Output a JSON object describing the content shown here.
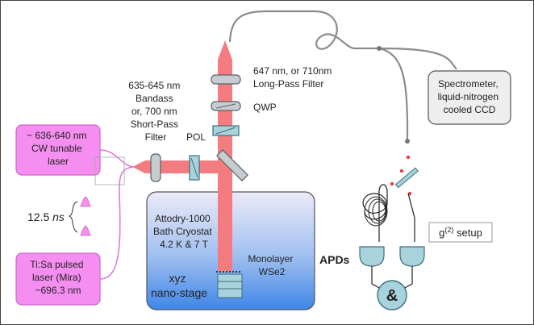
{
  "labels": {
    "cw_laser": [
      "~ 636-640 nm",
      "CW tunable",
      "laser"
    ],
    "pulsed_laser": [
      "Ti:Sa pulsed",
      "laser (Mira)",
      "~696.3 nm"
    ],
    "pulse_period_value": "12.5 ",
    "pulse_period_unit": "ns",
    "bandpass": [
      "635-645 nm",
      "Bandass",
      "or, 700 nm",
      "Short-Pass",
      "Filter"
    ],
    "pol": "POL",
    "longpass": [
      "647 nm, or 710nm",
      "Long-Pass Filter"
    ],
    "qwp": "QWP",
    "spectrometer": [
      "Spectrometer,",
      "liquid-nitrogen",
      "cooled CCD"
    ],
    "cryostat": [
      "Attodry-1000",
      "Bath Cryostat",
      "4.2 K & 7 T"
    ],
    "stage": [
      "xyz",
      "nano-stage"
    ],
    "sample": [
      "Monolayer",
      "WSe2"
    ],
    "apds": "APDs",
    "and_gate": "&",
    "g2_main": "g",
    "g2_sup": "(2)",
    "g2_rest": " setup"
  },
  "colors": {
    "laser_box_fill": "#f58ef0",
    "laser_box_stroke": "#c96ac4",
    "beam": "#f47c80",
    "cryostat_top": "#eceaf7",
    "cryostat_bottom": "#3f86e8",
    "optic_fill": "#c7ccd0",
    "optic_stroke": "#5b6168",
    "teal_fill": "#a8d3dc",
    "teal_stroke": "#3d6f7a",
    "fiber": "#8c8c8c",
    "box_fill": "#eeeeee",
    "dot_red": "#ee3a3a"
  }
}
